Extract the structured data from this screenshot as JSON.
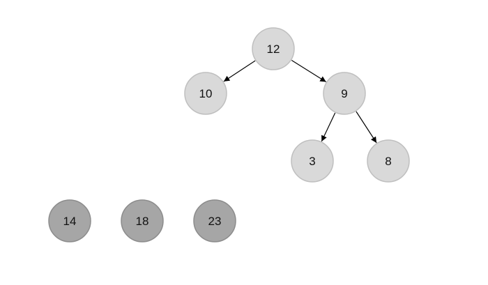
{
  "diagram": {
    "tree_nodes": [
      {
        "label": "12",
        "fill": "#d9d9d9",
        "stroke": "#bfbfbf"
      },
      {
        "label": "10",
        "fill": "#d9d9d9",
        "stroke": "#bfbfbf"
      },
      {
        "label": "9",
        "fill": "#d9d9d9",
        "stroke": "#bfbfbf"
      },
      {
        "label": "3",
        "fill": "#d9d9d9",
        "stroke": "#bfbfbf"
      },
      {
        "label": "8",
        "fill": "#d9d9d9",
        "stroke": "#bfbfbf"
      }
    ],
    "edges": [
      {
        "from": "12",
        "to": "10"
      },
      {
        "from": "12",
        "to": "9"
      },
      {
        "from": "9",
        "to": "3"
      },
      {
        "from": "9",
        "to": "8"
      }
    ],
    "loose_nodes": [
      {
        "label": "14",
        "fill": "#a6a6a6",
        "stroke": "#8c8c8c"
      },
      {
        "label": "18",
        "fill": "#a6a6a6",
        "stroke": "#8c8c8c"
      },
      {
        "label": "23",
        "fill": "#a6a6a6",
        "stroke": "#8c8c8c"
      }
    ],
    "edge_color": "#000000"
  }
}
